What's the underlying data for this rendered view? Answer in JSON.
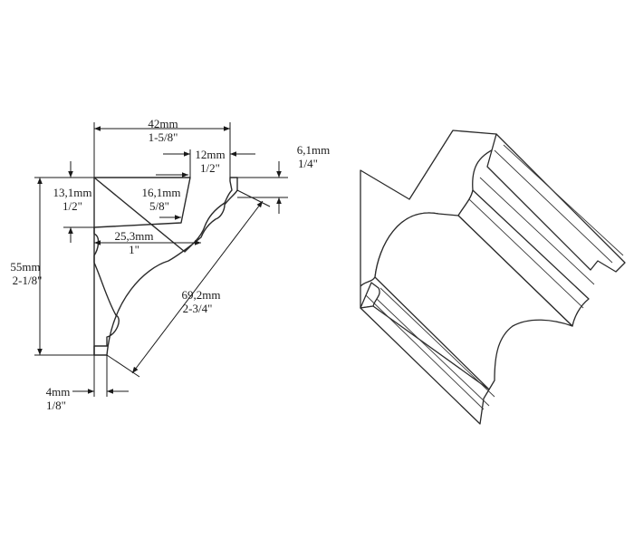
{
  "dimensions": {
    "width_total": {
      "mm": "42mm",
      "in": "1-5/8\""
    },
    "top_step": {
      "mm": "12mm",
      "in": "1/2\""
    },
    "right_drop": {
      "mm": "6,1mm",
      "in": "1/4\""
    },
    "left_drop": {
      "mm": "13,1mm",
      "in": "1/2\""
    },
    "inner_depth": {
      "mm": "16,1mm",
      "in": "5/8\""
    },
    "bottom_ledge": {
      "mm": "25,3mm",
      "in": "1\""
    },
    "height_total": {
      "mm": "55mm",
      "in": "2-1/8\""
    },
    "diagonal": {
      "mm": "69,2mm",
      "in": "2-3/4\""
    },
    "foot": {
      "mm": "4mm",
      "in": "1/8\""
    }
  },
  "colors": {
    "line": "#1a1a1a",
    "background": "#ffffff"
  }
}
